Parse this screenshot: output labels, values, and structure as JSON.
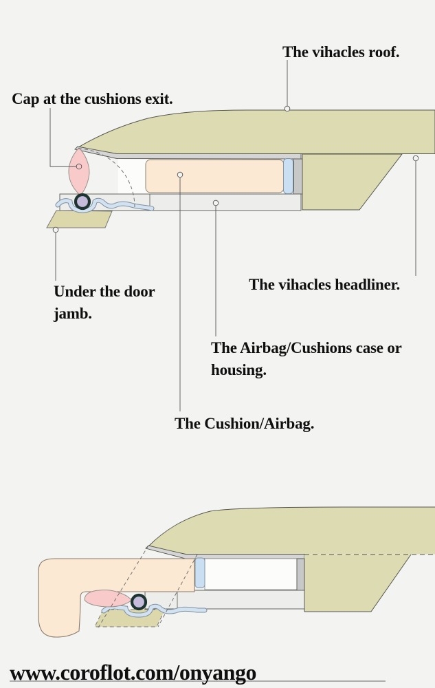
{
  "title": "Side curtain airbag cross-section diagram",
  "labels": {
    "roof": "The vihacles roof.",
    "cap": "Cap at the cushions exit.",
    "door_jamb": "Under the door jamb.",
    "headliner": "The vihacles headliner.",
    "case": "The Airbag/Cushions case or housing.",
    "cushion": "The Cushion/Airbag."
  },
  "footer": {
    "url": "www.coroflot.com/onyango"
  },
  "figures": [
    {
      "name": "stowed-state",
      "description": "Cushion/airbag stowed in its case above the headliner"
    },
    {
      "name": "deployed-state",
      "description": "Cushion/airbag deployed downward past the door jamb"
    }
  ],
  "colors": {
    "background": "#f3f3f1",
    "roof": "#dcdbb2",
    "headliner": "#dcdbb2",
    "door_jamb": "#dcd8ac",
    "trim_strip": "#d5d5d5",
    "case_wall": "#c8c8c8",
    "sill": "#ededec",
    "case_interior": "#fcfcfb",
    "cushion": "#fce9d4",
    "retainer_blue": "#cbdff2",
    "seal": "#d3e2f0",
    "seal_outline": "#7d8fa0",
    "cap_pink": "#f8cbca",
    "bolt_ring": "#1d3430",
    "bolt_core": "#c5bcdc",
    "outline": "#55554e",
    "leader": "#555555",
    "text": "#0f0f0f"
  }
}
